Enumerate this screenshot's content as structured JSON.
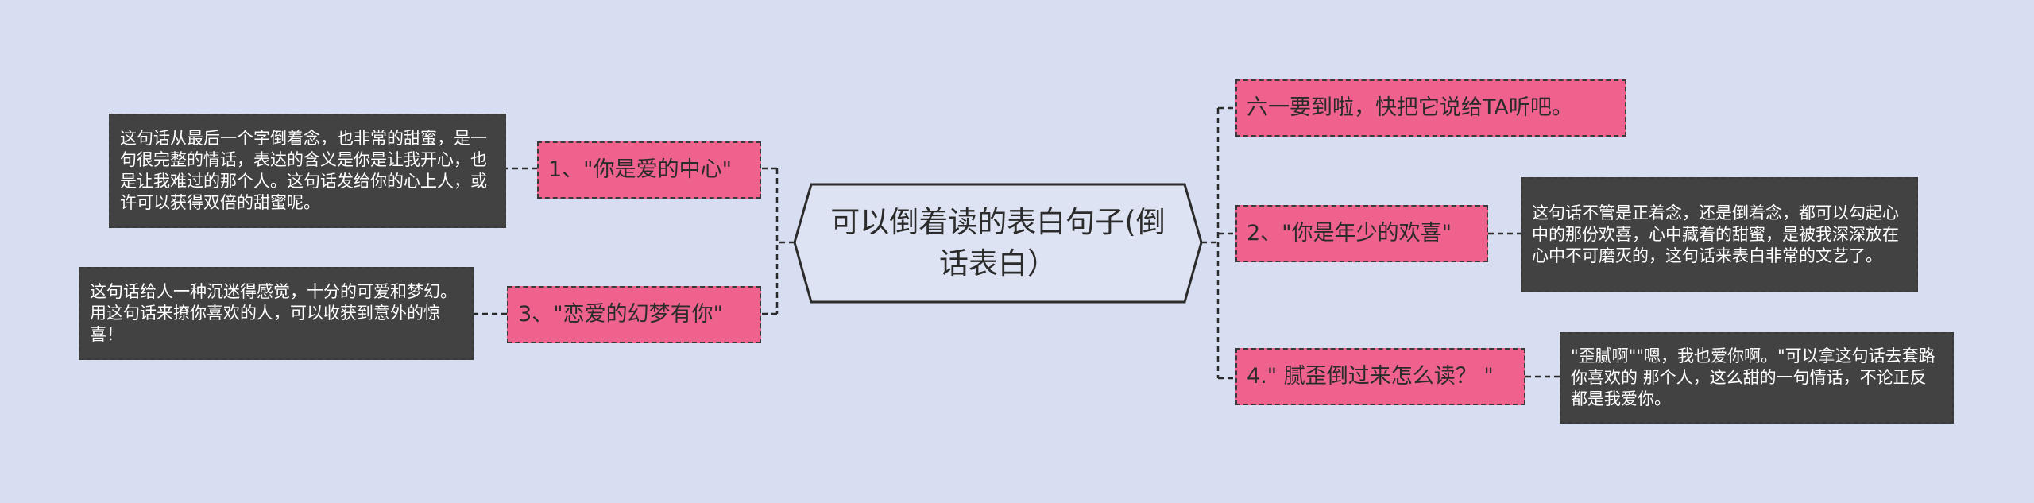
{
  "root": {
    "label": "可以倒着读的表白句子(倒话表白）"
  },
  "branches": [
    {
      "id": "b1",
      "label": "1、\"你是爱的中心\"",
      "detail": "这句话从最后一个字倒着念，也非常的甜蜜，是一句很完整的情话，表达的含义是你是让我开心，也是让我难过的那个人。这句话发给你的心上人，或许可以获得双倍的甜蜜呢。"
    },
    {
      "id": "b3",
      "label": "3、\"恋爱的幻梦有你\"",
      "detail": "这句话给人一种沉迷得感觉，十分的可爱和梦幻。用这句话来撩你喜欢的人，可以收获到意外的惊喜！"
    },
    {
      "id": "b0",
      "label": "六一要到啦，快把它说给TA听吧。",
      "detail": ""
    },
    {
      "id": "b2",
      "label": "2、\"你是年少的欢喜\"",
      "detail": "这句话不管是正着念，还是倒着念，都可以勾起心中的那份欢喜，心中藏着的甜蜜，是被我深深放在心中不可磨灭的，这句话来表白非常的文艺了。"
    },
    {
      "id": "b4",
      "label": "4.\" 腻歪倒过来怎么读？ \"",
      "detail": "\"歪腻啊\"\"嗯，我也爱你啊。\"可以拿这句话去套路你喜欢的 那个人，这么甜的一句情话，不论正反都是我爱你。"
    }
  ],
  "colors": {
    "background": "#d8def2",
    "root_fill": "#dde3f2",
    "branch_fill": "#f0628e",
    "detail_fill": "#424242",
    "line": "#2b2b2b"
  }
}
